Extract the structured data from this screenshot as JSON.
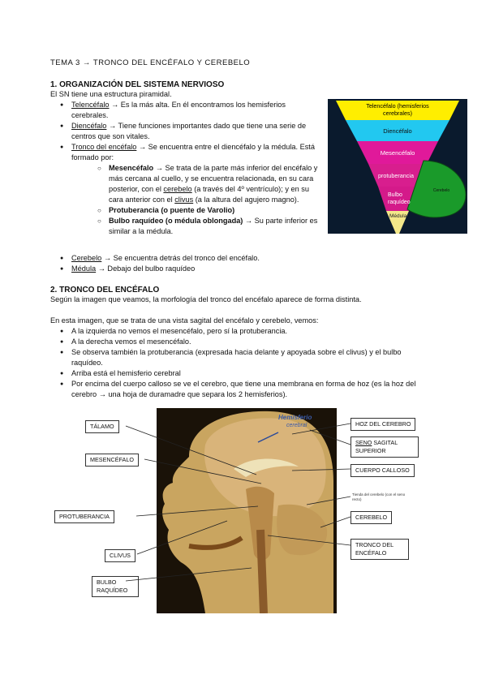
{
  "doc_title": "TEMA 3 → TRONCO DEL ENCÉFALO Y CEREBELO",
  "sec1": {
    "heading": "1. ORGANIZACIÓN DEL SISTEMA NERVIOSO",
    "intro": "El SN tiene una estructura piramidal.",
    "telencefalo_term": "Telencéfalo",
    "telencefalo_text": " → Es la más alta. En él encontramos los hemisferios cerebrales.",
    "diencefalo_term": "Diencéfalo",
    "diencefalo_text": " → Tiene funciones importantes dado que tiene una serie de centros que son vitales.",
    "tronco_term": "Tronco del encéfalo",
    "tronco_text": " → Se encuentra entre el diencéfalo y la médula. Está formado por:",
    "mesencefalo_term": "Mesencéfalo",
    "mesencefalo_text1": " → Se trata de la parte más inferior del encéfalo y más cercana al cuello, y se encuentra relacionada, en su cara posterior, con el ",
    "mesencefalo_link1": "cerebelo",
    "mesencefalo_text2": " (a través del 4º ventrículo); y en su cara anterior con el ",
    "mesencefalo_link2": "clivus",
    "mesencefalo_text3": " (a la altura del agujero magno).",
    "protuberancia": "Protuberancia (o puente de Varolio)",
    "bulbo_term": "Bulbo raquídeo (o médula oblongada)",
    "bulbo_text": " → Su parte inferior es similar a la médula.",
    "cerebelo_term": "Cerebelo",
    "cerebelo_text": " → Se encuentra detrás del tronco del encéfalo.",
    "medula_term": "Médula",
    "medula_text": " → Debajo del bulbo raquídeo"
  },
  "pyramid": {
    "tel": "Telencéfalo (hemisferios cerebrales)",
    "dien": "Diencéfalo",
    "mes": "Mesencéfalo",
    "prot": "protuberancia",
    "bulbo": "Bulbo raquídeo",
    "medula": "Médula",
    "cerebelo": "Cerebelo",
    "colors": {
      "tel": "#ffee00",
      "dien": "#22c8f0",
      "mes": "#e0199a",
      "prot": "#d81e8e",
      "bulbo": "#d41a8a",
      "medula": "#f4e88a",
      "cerebelo": "#1a9a2a"
    }
  },
  "sec2": {
    "heading": "2. TRONCO DEL ENCÉFALO",
    "p1": "Según la imagen que veamos, la morfología del tronco del encéfalo aparece de forma distinta.",
    "p2": "En esta imagen, que se trata de una vista sagital del encéfalo y cerebelo, vemos:",
    "b1": "A la izquierda no vemos el mesencéfalo, pero sí la protuberancia.",
    "b2": "A la derecha vemos el mesencéfalo.",
    "b3": "Se observa también la protuberancia (expresada hacia delante y apoyada sobre el clivus) y el bulbo raquídeo.",
    "b4": "Arriba está el hemisferio cerebral",
    "b5a": "Por encima del cuerpo calloso se ve el cerebro, que tiene una membrana en forma de hoz (es la ",
    "b5b": "hoz del cerebro → una hoja de duramadre que separa los 2 hemisferios).",
    "b5_link": "hoz del cerebro"
  },
  "figure": {
    "talamo": "TÁLAMO",
    "mesencefalo": "MESENCÉFALO",
    "protuberancia": "PROTUBERANCIA",
    "clivus": "CLIVUS",
    "bulbo": "BULBO RAQUÍDEO",
    "hoz": "HOZ DEL CEREBRO",
    "seno_u": "SENO",
    "seno_rest": " SAGITAL SUPERIOR",
    "cuerpo": "CUERPO CALLOSO",
    "tienda": "Tienda del cerebelo (con el seno recto)",
    "cerebelo": "CEREBELO",
    "tronco": "TRONCO DEL ENCÉFALO",
    "hemisferio": "Hemisferio cerebral"
  }
}
